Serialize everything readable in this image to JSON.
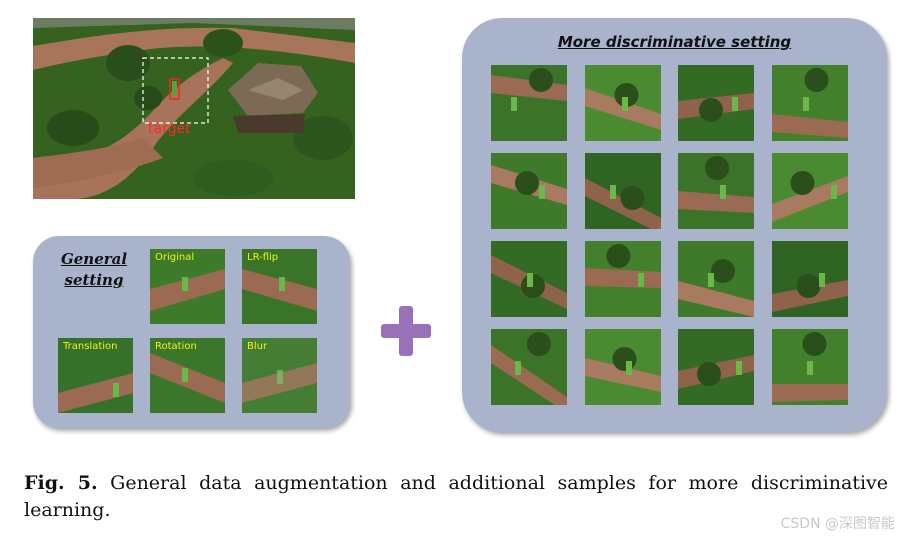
{
  "aerial": {
    "target_label": "target"
  },
  "general": {
    "title_line1": "General",
    "title_line2": "setting",
    "samples": [
      {
        "label": "Original"
      },
      {
        "label": "LR-flip"
      },
      {
        "label": "Translation"
      },
      {
        "label": "Rotation"
      },
      {
        "label": "Blur"
      }
    ]
  },
  "discriminative": {
    "title": "More discriminative setting"
  },
  "caption": {
    "fig_label": "Fig. 5.",
    "text_line1": "General data augmentation and additional samples for more discriminative",
    "text_line2": "learning."
  },
  "watermark": "CSDN @深图智能",
  "colors": {
    "panel": "#a9b4cc",
    "plus": "#9a70b8",
    "label": "#f4f21a",
    "target": "#ff2020"
  }
}
